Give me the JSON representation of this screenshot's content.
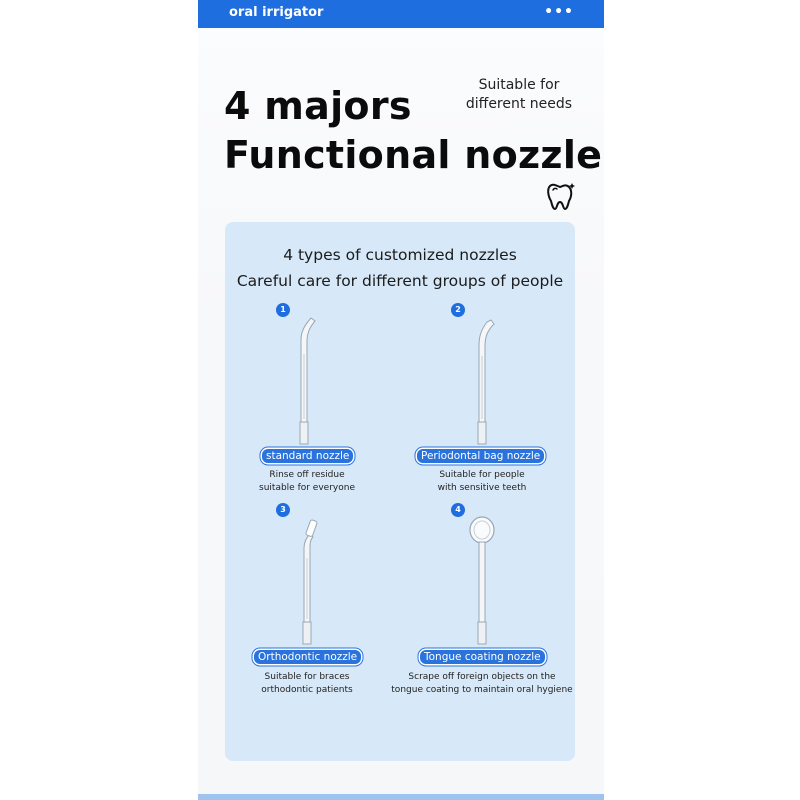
{
  "header": {
    "title": "oral irrigator",
    "menu_icon": "more-dots-icon",
    "menu_glyph": "•••"
  },
  "hero": {
    "line1": "4 majors",
    "line2": "Functional nozzle",
    "side_line1": "Suitable for",
    "side_line2": "different needs",
    "icon": "tooth-icon"
  },
  "panel": {
    "line1": "4 types of customized nozzles",
    "line2": "Careful care for different groups of people"
  },
  "nozzles": [
    {
      "number": "1",
      "name": "standard nozzle",
      "desc1": "Rinse off residue",
      "desc2": "suitable for everyone"
    },
    {
      "number": "2",
      "name": "Periodontal bag nozzle",
      "desc1": "Suitable for people",
      "desc2": "with sensitive teeth"
    },
    {
      "number": "3",
      "name": "Orthodontic nozzle",
      "desc1": "Suitable for braces",
      "desc2": "orthodontic patients"
    },
    {
      "number": "4",
      "name": "Tongue coating nozzle",
      "desc1": "Scrape off foreign objects on the",
      "desc2": "tongue coating to maintain oral hygiene"
    }
  ],
  "colors": {
    "brand_blue": "#1f6ee0",
    "panel_bg": "#d7e8f8"
  }
}
